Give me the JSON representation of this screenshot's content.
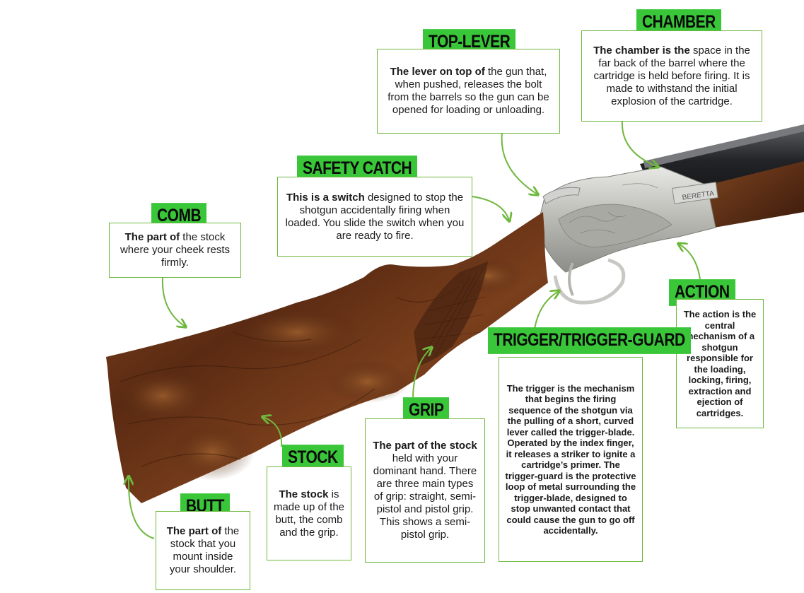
{
  "labels": {
    "top_lever": {
      "tag": "TOP-LEVER",
      "bold": "The lever on top of",
      "rest": " the gun that, when pushed, releases the bolt from the barrels so the gun can be opened for loading or unloading."
    },
    "chamber": {
      "tag": "CHAMBER",
      "bold": "The chamber is the",
      "rest": " space in the far back of the barrel where the cartridge is held before firing. It is made to withstand the initial explosion of the cartridge."
    },
    "safety_catch": {
      "tag": "SAFETY CATCH",
      "bold": "This is a switch",
      "rest": " designed to stop the shotgun accidentally firing when loaded. You slide the switch when you are ready to fire."
    },
    "comb": {
      "tag": "COMB",
      "bold": "The part of",
      "rest": " the stock where your cheek rests firmly."
    },
    "action": {
      "tag": "ACTION",
      "text": "The action is the central mechanism of a shotgun responsible for the loading, locking, firing, extraction and ejection of cartridges."
    },
    "trigger": {
      "tag": "TRIGGER/TRIGGER-GUARD",
      "text": "The trigger is the mechanism that begins the firing sequence of the shotgun via the pulling of a short, curved lever called the trigger-blade. Operated by the index finger, it releases a striker to ignite a cartridge’s primer. The trigger-guard is the protective loop of metal surrounding the trigger-blade, designed to stop unwanted contact that could cause the gun to go off accidentally."
    },
    "grip": {
      "tag": "GRIP",
      "bold": "The part of the stock",
      "rest": " held with your dominant hand. There are three main types of grip: straight, semi-pistol and pistol grip. This shows a semi-pistol grip."
    },
    "stock": {
      "tag": "STOCK",
      "bold": "The stock",
      "rest": " is made up of the butt, the comb and the grip."
    },
    "butt": {
      "tag": "BUTT",
      "bold": "The part of",
      "rest": " the stock that you mount inside your shoulder."
    }
  },
  "engraving": "BERETTA",
  "colors": {
    "accent_green": "#39c639",
    "box_border": "#6fb83e",
    "walnut": "#6b3a1e",
    "steel": "#c9c9c6",
    "barrel": "#26272a"
  }
}
